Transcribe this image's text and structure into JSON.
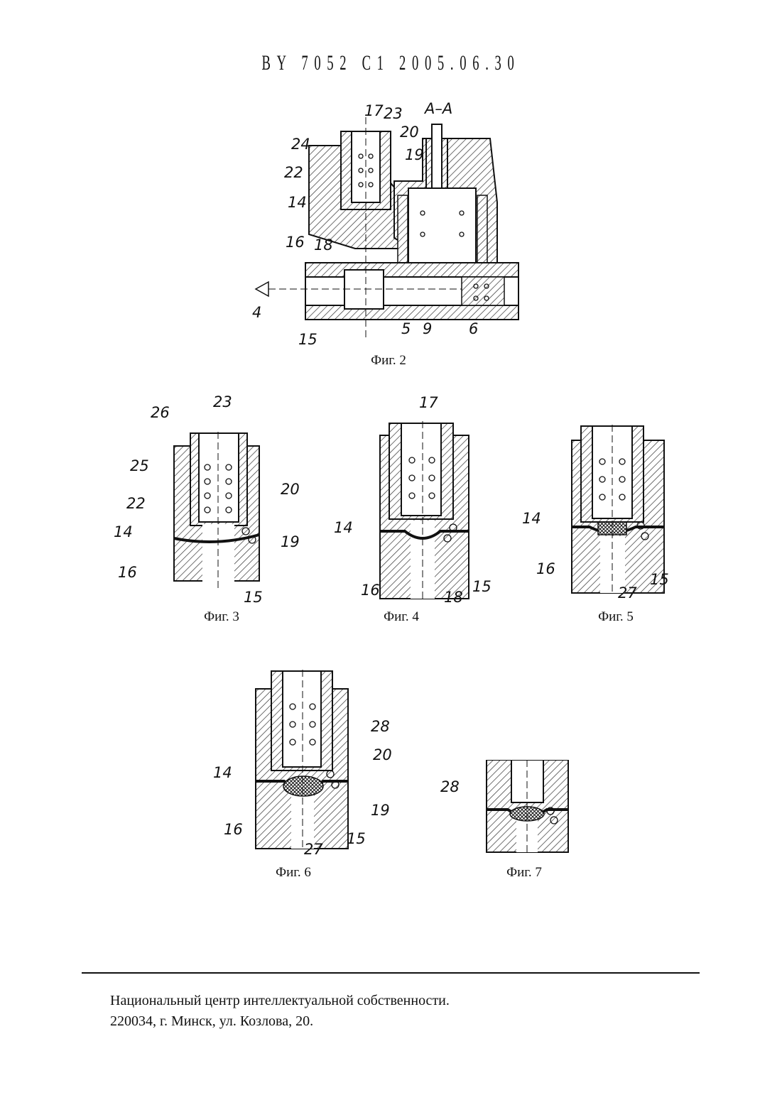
{
  "header": {
    "doc_id": "BY 7052 C1 2005.06.30"
  },
  "figures": {
    "fig2": {
      "caption": "Фиг. 2",
      "section": "A–A",
      "labels": [
        "17",
        "23",
        "20",
        "19",
        "24",
        "22",
        "14",
        "16",
        "18",
        "4",
        "15",
        "5",
        "9",
        "6"
      ]
    },
    "fig3": {
      "caption": "Фиг. 3",
      "labels": [
        "26",
        "23",
        "25",
        "22",
        "20",
        "14",
        "19",
        "16",
        "15"
      ]
    },
    "fig4": {
      "caption": "Фиг. 4",
      "labels": [
        "17",
        "14",
        "16",
        "18",
        "15"
      ]
    },
    "fig5": {
      "caption": "Фиг. 5",
      "labels": [
        "14",
        "16",
        "27",
        "15"
      ]
    },
    "fig6": {
      "caption": "Фиг. 6",
      "labels": [
        "28",
        "20",
        "14",
        "19",
        "16",
        "27",
        "15"
      ]
    },
    "fig7": {
      "caption": "Фиг. 7",
      "labels": [
        "28"
      ]
    }
  },
  "footer": {
    "line1": "Национальный центр интеллектуальной собственности.",
    "line2": "220034, г. Минск, ул. Козлова, 20."
  }
}
